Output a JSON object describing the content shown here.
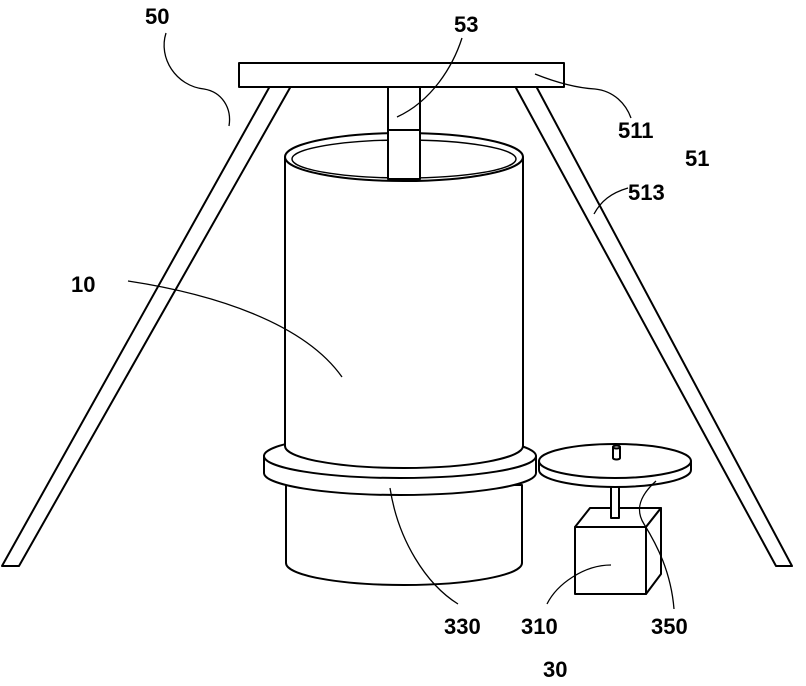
{
  "labels": {
    "frame": "50",
    "rod": "53",
    "top_plate": "511",
    "stand": "51",
    "leg": "513",
    "cylinder": "10",
    "lower_ring": "330",
    "motor": "310",
    "pulley": "350",
    "drive_assembly": "30"
  },
  "colors": {
    "line": "#000000",
    "background": "#ffffff"
  }
}
